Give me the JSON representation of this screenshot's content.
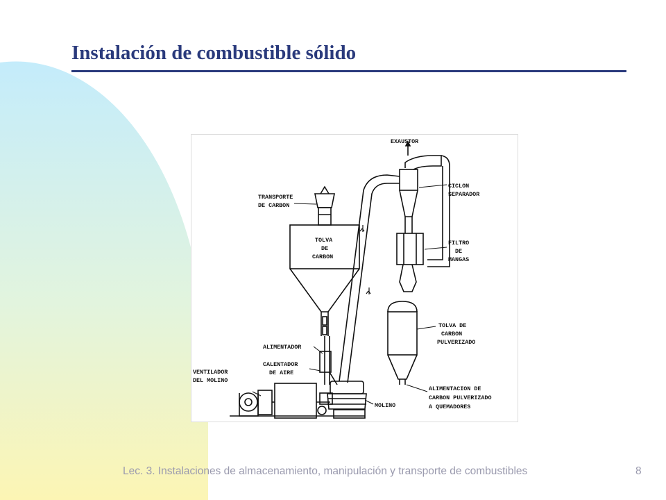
{
  "slide": {
    "title": "Instalación de combustible sólido",
    "footer": "Lec. 3. Instalaciones de almacenamiento, manipulación y transporte de combustibles",
    "page_number": "8",
    "colors": {
      "title": "#2a3a7c",
      "footer": "#9a9aae",
      "bg_gradient_top": "#c4ecfb",
      "bg_gradient_bottom": "#fcf5b4"
    }
  },
  "diagram": {
    "labels": {
      "exaustor": "EXAUSTOR",
      "ciclon_1": "CICLON",
      "ciclon_2": "SEPARADOR",
      "transporte_1": "TRANSPORTE",
      "transporte_2": "DE CARBON",
      "tolva_1": "TOLVA",
      "tolva_2": "DE",
      "tolva_3": "CARBON",
      "filtro_1": "FILTRO",
      "filtro_2": "DE",
      "filtro_3": "MANGAS",
      "tolva_pulv_1": "TOLVA DE",
      "tolva_pulv_2": "CARBON",
      "tolva_pulv_3": "PULVERIZADO",
      "alimentador": "ALIMENTADOR",
      "calentador_1": "CALENTADOR",
      "calentador_2": "DE AIRE",
      "ventilador_1": "VENTILADOR",
      "ventilador_2": "DEL MOLINO",
      "alimentacion_1": "ALIMENTACION DE",
      "alimentacion_2": "CARBON PULVERIZADO",
      "alimentacion_3": "A QUEMADORES",
      "molino": "MOLINO"
    }
  }
}
